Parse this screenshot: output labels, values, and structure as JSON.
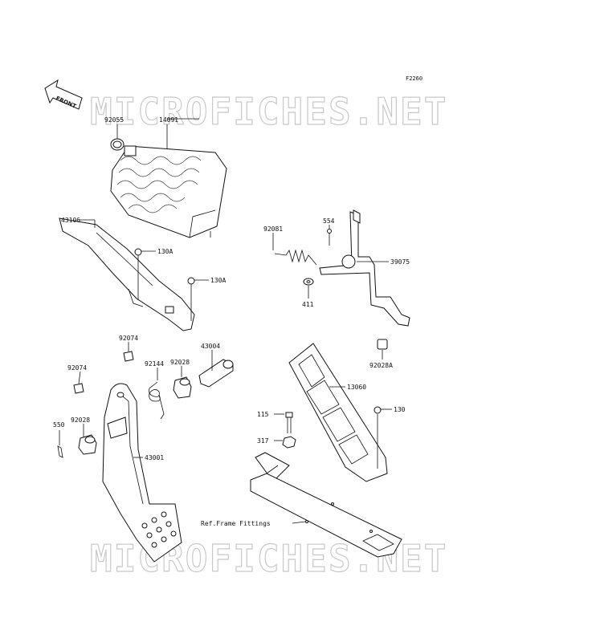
{
  "figure_code": "F2260",
  "front_label": "FRONT",
  "watermark_top": "MICROFICHES.NET",
  "watermark_bottom": "MICROFICHES.NET",
  "reference_note": "Ref.Frame Fittings",
  "parts": [
    {
      "id": "p92055",
      "number": "92055"
    },
    {
      "id": "p14091",
      "number": "14091"
    },
    {
      "id": "p43106",
      "number": "43106"
    },
    {
      "id": "p130A_1",
      "number": "130A"
    },
    {
      "id": "p130A_2",
      "number": "130A"
    },
    {
      "id": "p92081",
      "number": "92081"
    },
    {
      "id": "p554",
      "number": "554"
    },
    {
      "id": "p39075",
      "number": "39075"
    },
    {
      "id": "p411",
      "number": "411"
    },
    {
      "id": "p92028A",
      "number": "92028A"
    },
    {
      "id": "p92074_1",
      "number": "92074"
    },
    {
      "id": "p92074_2",
      "number": "92074"
    },
    {
      "id": "p92144",
      "number": "92144"
    },
    {
      "id": "p92028_1",
      "number": "92028"
    },
    {
      "id": "p43004",
      "number": "43004"
    },
    {
      "id": "p13060",
      "number": "13060"
    },
    {
      "id": "p115",
      "number": "115"
    },
    {
      "id": "p130",
      "number": "130"
    },
    {
      "id": "p317",
      "number": "317"
    },
    {
      "id": "p550",
      "number": "550"
    },
    {
      "id": "p92028_2",
      "number": "92028"
    },
    {
      "id": "p43001",
      "number": "43001"
    }
  ]
}
